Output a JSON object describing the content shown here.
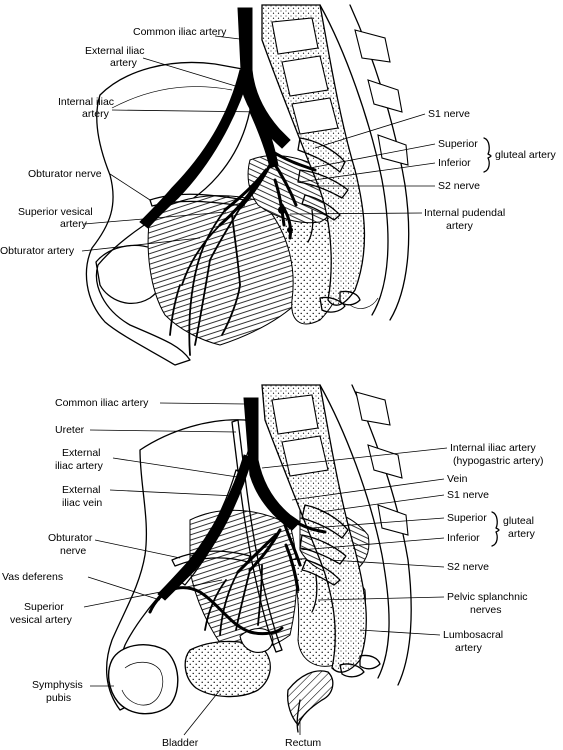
{
  "top_panel": {
    "common_iliac_artery": "Common iliac artery",
    "external_iliac_artery": [
      "External iliac",
      "artery"
    ],
    "internal_iliac_artery": [
      "Internal iliac",
      "artery"
    ],
    "obturator_nerve": "Obturator nerve",
    "superior_vesical_artery": [
      "Superior vesical",
      "artery"
    ],
    "obturator_artery": "Obturator artery",
    "s1_nerve": "S1 nerve",
    "superior": "Superior",
    "inferior": "Inferior",
    "gluteal_artery": "gluteal artery",
    "s2_nerve": "S2 nerve",
    "internal_pudendal_artery": [
      "Internal pudendal",
      "artery"
    ]
  },
  "bottom_panel": {
    "common_iliac_artery": "Common iliac artery",
    "ureter": "Ureter",
    "external_iliac_artery": [
      "External",
      "iliac artery"
    ],
    "external_iliac_vein": [
      "External",
      "iliac vein"
    ],
    "obturator_nerve": [
      "Obturator",
      "nerve"
    ],
    "vas_deferens": "Vas deferens",
    "superior_vesical_artery": [
      "Superior",
      "vesical artery"
    ],
    "symphysis_pubis": [
      "Symphysis",
      "pubis"
    ],
    "bladder": "Bladder",
    "rectum": "Rectum",
    "internal_iliac_artery": [
      "Internal iliac artery",
      "(hypogastric artery)"
    ],
    "vein": "Vein",
    "s1_nerve": "S1 nerve",
    "superior": "Superior",
    "inferior": "Inferior",
    "gluteal_artery": [
      "gluteal",
      "artery"
    ],
    "s2_nerve": "S2 nerve",
    "pelvic_splanchnic_nerves": [
      "Pelvic splanchnic",
      "nerves"
    ],
    "lumbosacral_artery": [
      "Lumbosacral",
      "artery"
    ]
  }
}
